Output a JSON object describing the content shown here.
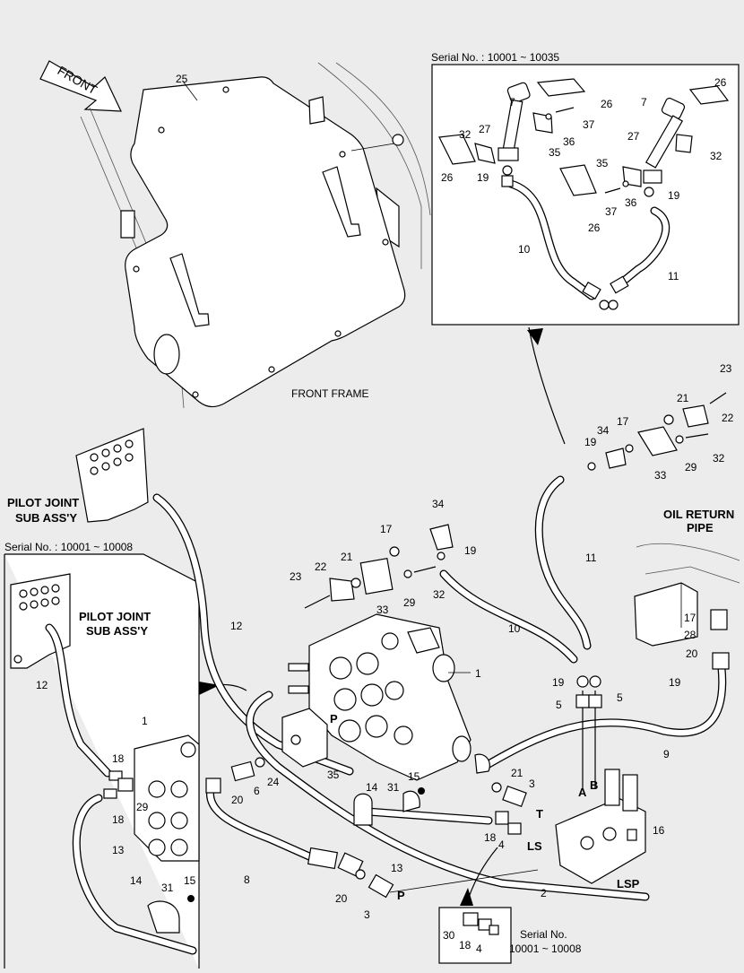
{
  "labels": {
    "front": "FRONT",
    "front_frame": "FRONT FRAME",
    "pilot_joint_line1": "PILOT JOINT",
    "pilot_joint_line2": "SUB ASS'Y",
    "oil_return_line1": "OIL RETURN",
    "oil_return_line2": "PIPE",
    "serial_inset_top": "Serial No. : 10001 ~ 10035",
    "serial_inset_left": "Serial No. : 10001 ~ 10008",
    "serial_bottom_line1": "Serial No.",
    "serial_bottom_line2": "10001 ~ 10008",
    "port_a": "A",
    "port_b": "B",
    "port_t": "T",
    "port_ls": "LS",
    "port_lsp": "LSP",
    "port_p_valve": "P",
    "port_p_line": "P"
  },
  "parts": {
    "n1": "1",
    "n2": "2",
    "n3": "3",
    "n4": "4",
    "n5": "5",
    "n6": "6",
    "n7": "7",
    "n8": "8",
    "n9": "9",
    "n10": "10",
    "n11": "11",
    "n12": "12",
    "n13": "13",
    "n14": "14",
    "n15": "15",
    "n16": "16",
    "n17": "17",
    "n18": "18",
    "n19": "19",
    "n20": "20",
    "n21": "21",
    "n22": "22",
    "n23": "23",
    "n24": "24",
    "n25": "25",
    "n26": "26",
    "n27": "27",
    "n28": "28",
    "n29": "29",
    "n30": "30",
    "n31": "31",
    "n32": "32",
    "n33": "33",
    "n34": "34",
    "n35": "35",
    "n36": "36",
    "n37": "37"
  }
}
